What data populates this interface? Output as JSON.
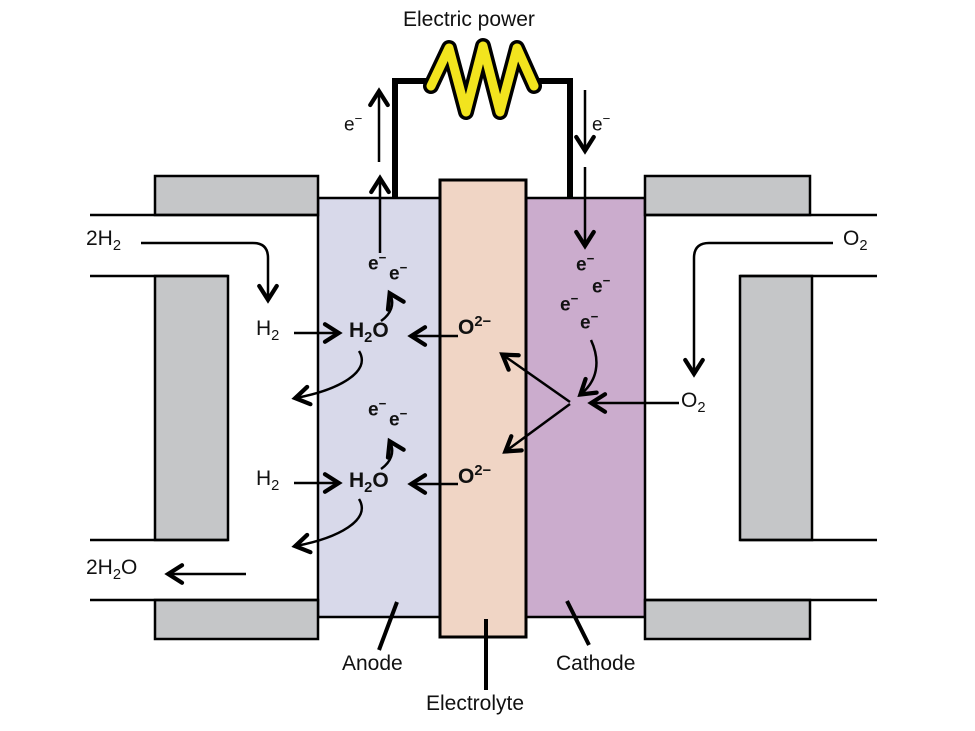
{
  "colors": {
    "anode": "#d8d9ea",
    "electrolyte": "#f0d5c5",
    "cathode": "#cbaccd",
    "block": "#c5c6c8",
    "resistor": "#f2e41e",
    "line": "#000000",
    "text": "#111111"
  },
  "labels": {
    "electric_power": "Electric power",
    "anode": "Anode",
    "electrolyte": "Electrolyte",
    "cathode": "Cathode"
  },
  "formulas": {
    "electron": [
      [
        "t",
        "e"
      ],
      [
        "sup",
        "−"
      ]
    ],
    "hydrogen_feed": [
      [
        "t",
        "2H"
      ],
      [
        "sub",
        "2"
      ]
    ],
    "hydrogen": [
      [
        "t",
        "H"
      ],
      [
        "sub",
        "2"
      ]
    ],
    "water": [
      [
        "t",
        "H"
      ],
      [
        "sub",
        "2"
      ],
      [
        "t",
        "O"
      ]
    ],
    "oxide_ion": [
      [
        "t",
        "O"
      ],
      [
        "sup",
        "2−"
      ]
    ],
    "oxygen": [
      [
        "t",
        "O"
      ],
      [
        "sub",
        "2"
      ]
    ],
    "water_out": [
      [
        "t",
        "2H"
      ],
      [
        "sub",
        "2"
      ],
      [
        "t",
        "O"
      ]
    ]
  }
}
